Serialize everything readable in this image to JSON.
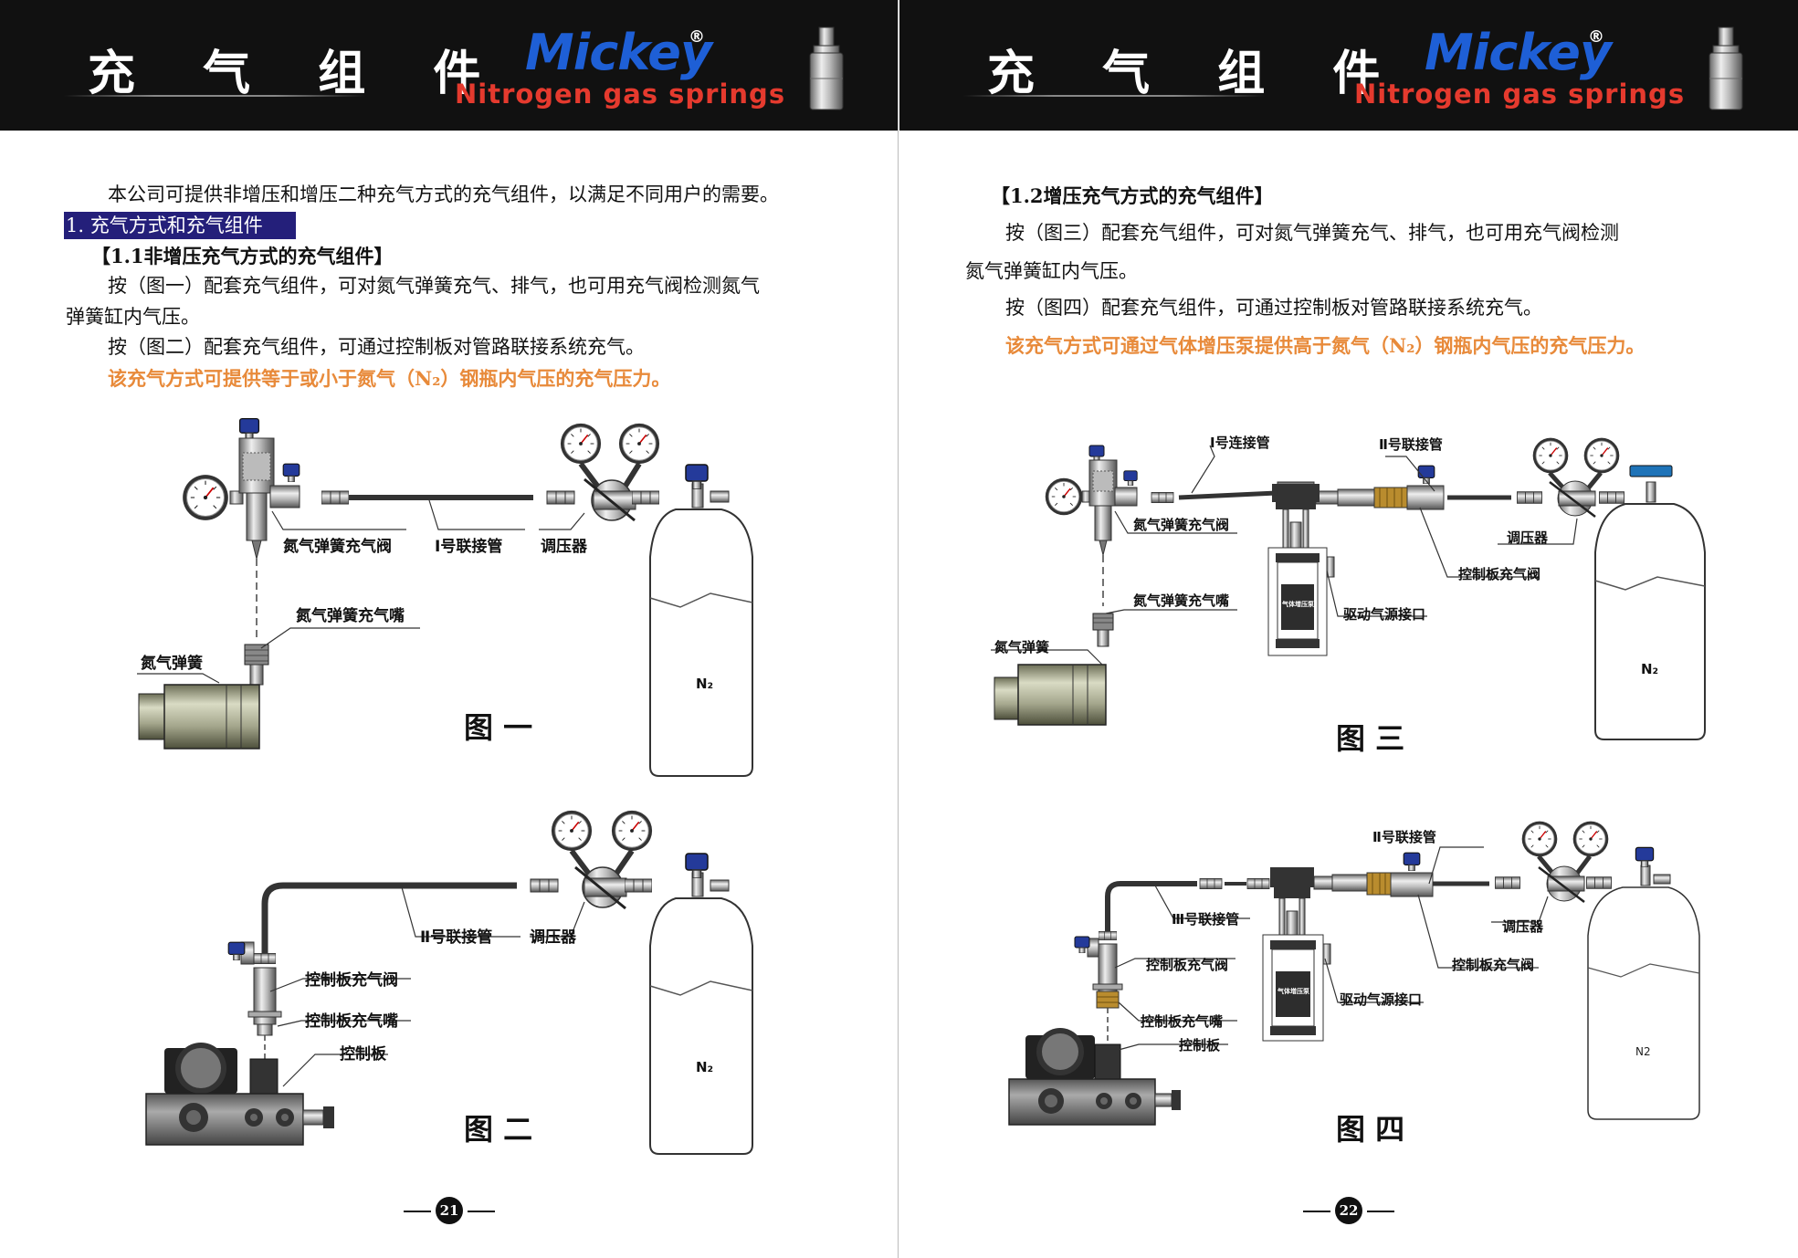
{
  "header": {
    "title": "充 气 组 件",
    "brand": "Mickey",
    "registered": "®",
    "tagline": "Nitrogen gas springs"
  },
  "left": {
    "intro": "本公司可提供非增压和增压二种充气方式的充气组件，以满足不同用户的需要。",
    "section": "1. 充气方式和充气组件",
    "subheading": "【1.1非增压充气方式的充气组件】",
    "p1_line1": "按（图一）配套充气组件，可对氮气弹簧充气、排气，也可用充气阀检测氮气",
    "p1_line2": "弹簧缸内气压。",
    "p2": "按（图二）配套充气组件，可通过控制板对管路联接系统充气。",
    "highlight": "该充气方式可提供等于或小于氮气（N₂）钢瓶内气压的充气压力。",
    "fig1": {
      "caption": "图 一",
      "valve": "氮气弹簧充气阀",
      "hose": "Ⅰ号联接管",
      "regulator": "调压器",
      "nozzle": "氮气弹簧充气嘴",
      "spring": "氮气弹簧",
      "cylinder": "N₂"
    },
    "fig2": {
      "caption": "图 二",
      "hose": "Ⅱ号联接管",
      "regulator": "调压器",
      "valve": "控制板充气阀",
      "nozzle": "控制板充气嘴",
      "panel": "控制板",
      "cylinder": "N₂"
    },
    "page_number": "21"
  },
  "right": {
    "subheading": "【1.2增压充气方式的充气组件】",
    "p1_line1": "按（图三）配套充气组件，可对氮气弹簧充气、排气，也可用充气阀检测",
    "p1_line2": "氮气弹簧缸内气压。",
    "p2": "按（图四）配套充气组件，可通过控制板对管路联接系统充气。",
    "highlight": "该充气方式可通过气体增压泵提供高于氮气（N₂）钢瓶内气压的充气压力。",
    "fig3": {
      "caption": "图 三",
      "hose1": "Ⅰ号连接管",
      "hose2": "Ⅱ号联接管",
      "valve": "氮气弹簧充气阀",
      "regulator": "调压器",
      "panel_valve": "控制板充气阀",
      "nozzle": "氮气弹簧充气嘴",
      "drive": "驱动气源接口",
      "spring": "氮气弹簧",
      "pump": "气体增压泵",
      "cylinder": "N₂"
    },
    "fig4": {
      "caption": "图 四",
      "hose2": "Ⅱ号联接管",
      "hose3": "Ⅲ号联接管",
      "regulator": "调压器",
      "valve_left": "控制板充气阀",
      "valve_right": "控制板充气阀",
      "drive": "驱动气源接口",
      "nozzle": "控制板充气嘴",
      "panel": "控制板",
      "pump": "气体增压泵",
      "cylinder": "N2"
    },
    "page_number": "22"
  }
}
